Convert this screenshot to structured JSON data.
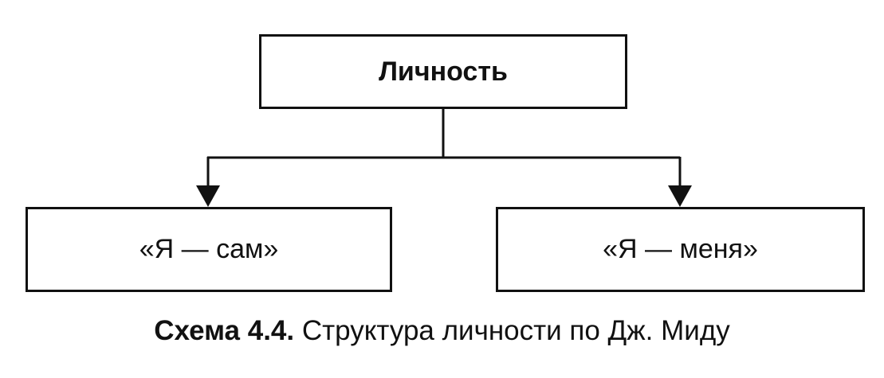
{
  "diagram": {
    "root": {
      "label": "Личность"
    },
    "children": [
      {
        "label": "«Я — сам»"
      },
      {
        "label": "«Я — меня»"
      }
    ],
    "line_color": "#111111"
  },
  "caption": {
    "prefix": "Схема 4.4.",
    "text": "Структура личности по Дж. Миду"
  }
}
